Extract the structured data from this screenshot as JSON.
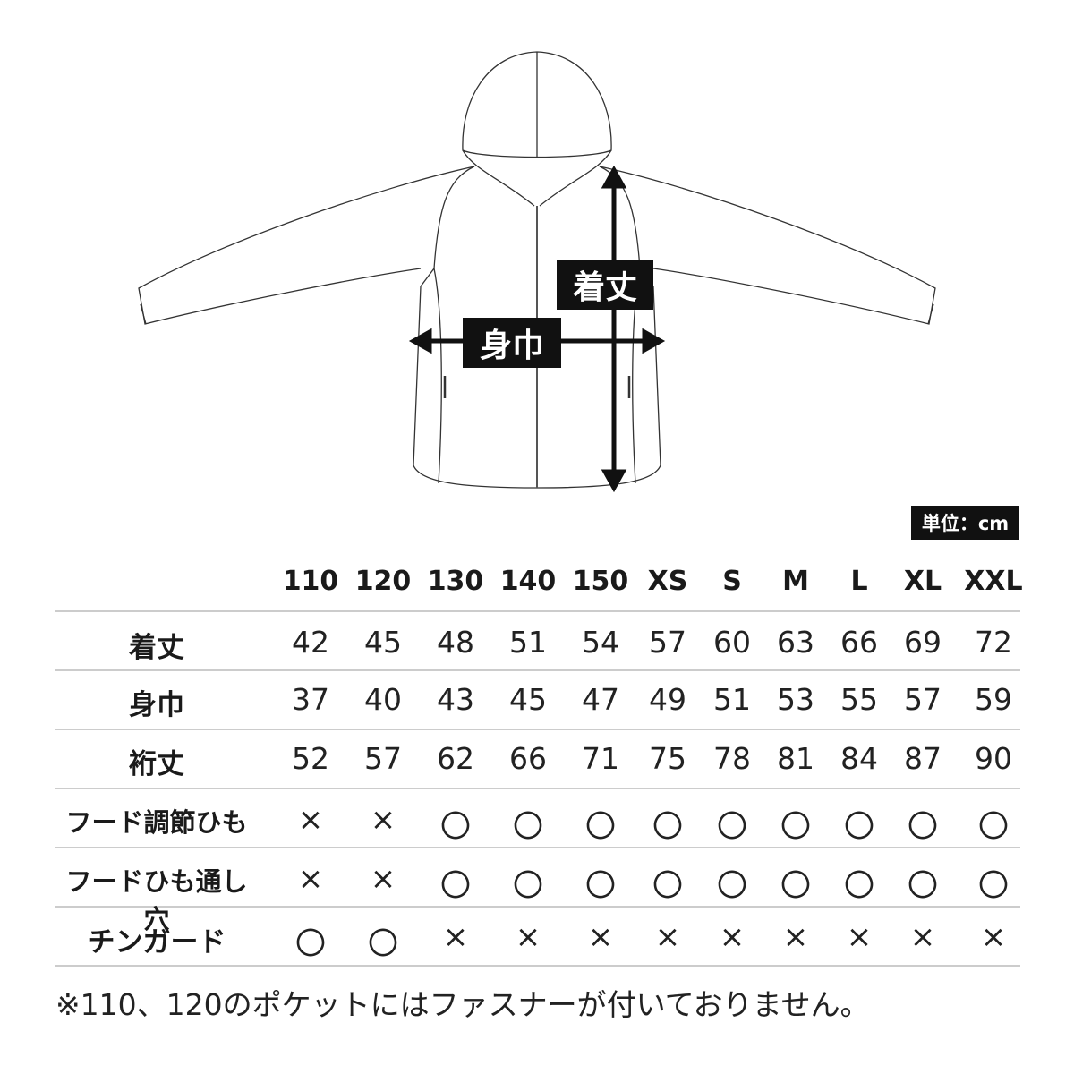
{
  "diagram": {
    "length_label": "着丈",
    "width_label": "身巾",
    "unit_label": "単位：cm"
  },
  "table": {
    "columns": [
      "110",
      "120",
      "130",
      "140",
      "150",
      "XS",
      "S",
      "M",
      "L",
      "XL",
      "XXL"
    ],
    "rows": [
      {
        "label": "着丈",
        "values": [
          "42",
          "45",
          "48",
          "51",
          "54",
          "57",
          "60",
          "63",
          "66",
          "69",
          "72"
        ]
      },
      {
        "label": "身巾",
        "values": [
          "37",
          "40",
          "43",
          "45",
          "47",
          "49",
          "51",
          "53",
          "55",
          "57",
          "59"
        ]
      },
      {
        "label": "裄丈",
        "values": [
          "52",
          "57",
          "62",
          "66",
          "71",
          "75",
          "78",
          "81",
          "84",
          "87",
          "90"
        ]
      },
      {
        "label": "フード調節ひも",
        "values": [
          "×",
          "×",
          "〇",
          "〇",
          "〇",
          "〇",
          "〇",
          "〇",
          "〇",
          "〇",
          "〇"
        ]
      },
      {
        "label": "フードひも通し穴",
        "values": [
          "×",
          "×",
          "〇",
          "〇",
          "〇",
          "〇",
          "〇",
          "〇",
          "〇",
          "〇",
          "〇"
        ]
      },
      {
        "label": "チンガード",
        "values": [
          "〇",
          "〇",
          "×",
          "×",
          "×",
          "×",
          "×",
          "×",
          "×",
          "×",
          "×"
        ]
      }
    ]
  },
  "note": "※110、120のポケットにはファスナーが付いておりません。"
}
